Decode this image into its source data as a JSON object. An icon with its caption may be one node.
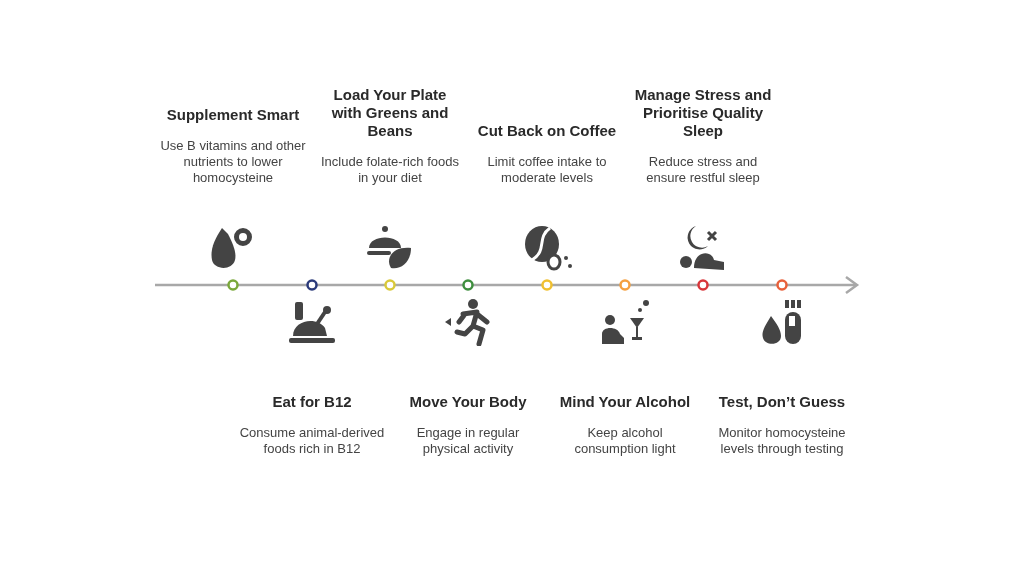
{
  "diagram": {
    "nodes": [
      {
        "text": [
          "Supplement Smart",
          "Use B vitamins and other nutrients to lower homocysteine"
        ]
      },
      {
        "text": [
          "Eat for B12",
          "Consume animal-derived foods rich in B12"
        ]
      },
      {
        "text": [
          "Load Your Plate with Greens and Beans",
          "Include folate-rich foods in your diet"
        ]
      },
      {
        "text": [
          "Move Your Body",
          "Engage in regular physical activity"
        ]
      },
      {
        "text": [
          "Cut Back on Coffee",
          "Limit coffee intake to moderate levels"
        ]
      },
      {
        "text": [
          "Mind Your Alcohol",
          "Keep alcohol consumption light"
        ]
      },
      {
        "text": [
          "Manage Stress and Prioritise Quality Sleep",
          "Reduce stress and ensure restful sleep"
        ]
      },
      {
        "text": [
          "Test, Don’t Guess",
          "Monitor homocysteine levels through testing"
        ]
      }
    ]
  }
}
